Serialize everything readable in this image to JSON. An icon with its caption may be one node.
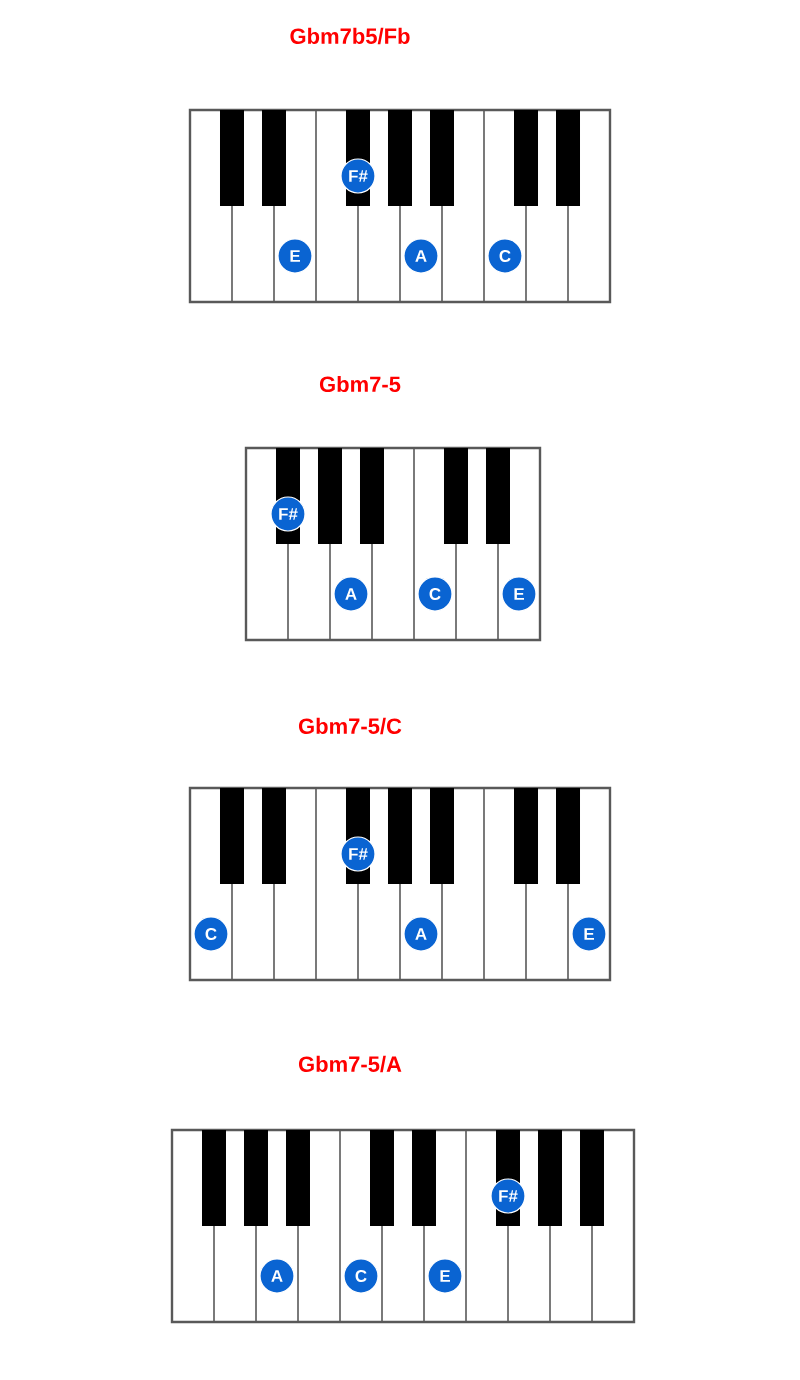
{
  "diagram": {
    "nodes": [
      {
        "text": [
          "E"
        ]
      },
      {
        "text": [
          "F#"
        ]
      },
      {
        "text": [
          "A"
        ]
      },
      {
        "text": [
          "C"
        ]
      },
      {
        "text": [
          "F#"
        ]
      },
      {
        "text": [
          "A"
        ]
      },
      {
        "text": [
          "C"
        ]
      },
      {
        "text": [
          "E"
        ]
      },
      {
        "text": [
          "C"
        ]
      },
      {
        "text": [
          "F#"
        ]
      },
      {
        "text": [
          "A"
        ]
      },
      {
        "text": [
          "E"
        ]
      },
      {
        "text": [
          "A"
        ]
      },
      {
        "text": [
          "C"
        ]
      },
      {
        "text": [
          "E"
        ]
      },
      {
        "text": [
          "F#"
        ]
      }
    ],
    "labels": [
      "Gbm7b5/Fb",
      "Gbm7-5",
      "Gbm7-5/C",
      "Gbm7-5/A"
    ]
  }
}
